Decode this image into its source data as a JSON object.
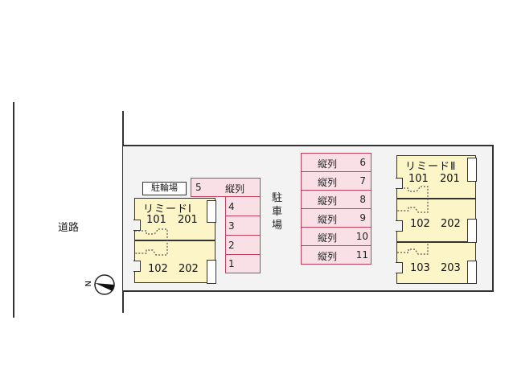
{
  "road": {
    "label": "道路"
  },
  "compass": {
    "label": "N",
    "icon": "north-arrow-icon"
  },
  "bicycle_parking": {
    "label": "駐輪場"
  },
  "parking": {
    "label": "駐車場"
  },
  "left_parking": {
    "top": {
      "number": "5",
      "label": "縦列"
    },
    "spaces": [
      "4",
      "3",
      "2",
      "1"
    ]
  },
  "right_parking": {
    "spaces": [
      {
        "label": "縦列",
        "number": "6"
      },
      {
        "label": "縦列",
        "number": "7"
      },
      {
        "label": "縦列",
        "number": "8"
      },
      {
        "label": "縦列",
        "number": "9"
      },
      {
        "label": "縦列",
        "number": "10"
      },
      {
        "label": "縦列",
        "number": "11"
      }
    ]
  },
  "building_1": {
    "name": "リミードⅠ",
    "floors": [
      {
        "units": [
          "101",
          "201"
        ]
      },
      {
        "units": [
          "102",
          "202"
        ]
      }
    ]
  },
  "building_2": {
    "name": "リミードⅡ",
    "floors": [
      {
        "units": [
          "101",
          "201"
        ]
      },
      {
        "units": [
          "102",
          "202"
        ]
      },
      {
        "units": [
          "103",
          "203"
        ]
      }
    ]
  },
  "colors": {
    "building_fill": "#fbf5c8",
    "parking_fill": "#f9dfe6",
    "parking_border": "#c33d5a",
    "lot_fill": "#f3f3f3",
    "line": "#333333"
  }
}
